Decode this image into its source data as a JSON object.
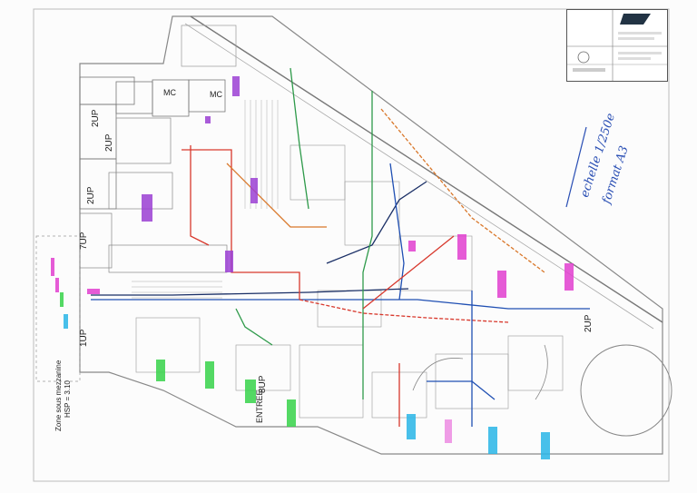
{
  "sheet": {
    "labels": {
      "mc_left": "MC",
      "mc_right": "MC",
      "up_a": "2UP",
      "up_b": "2UP",
      "up_c": "2UP",
      "up_7": "7UP",
      "up_1": "1UP",
      "up_8": "8UP",
      "up_2_right": "2UP",
      "entree": "ENTREE",
      "zone_line1": "Zone sous mezzanine",
      "zone_line2": "HSP = 3.10"
    },
    "annotation": {
      "scale": "echelle 1/250e",
      "format": "format A3"
    }
  },
  "markers": {
    "magenta": "#e23fd0",
    "purple": "#9b3fd4",
    "green": "#37d44a",
    "cyan": "#29b6e8"
  },
  "colors": {
    "red": "#d8382c",
    "blue": "#1f4fb3",
    "green": "#2e9a4a",
    "orange": "#d9772a",
    "navy": "#1a2f66"
  }
}
